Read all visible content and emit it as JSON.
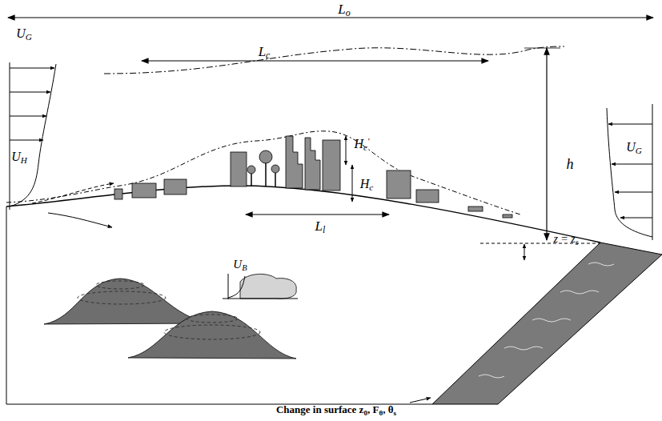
{
  "diagram": {
    "labels": [
      "Lo",
      "Lc",
      "Hc'",
      "Hc",
      "h",
      "UG",
      "UH",
      "Ll",
      "UB",
      "UG",
      "z = zs",
      "Change in surface z0, Fθ, θs"
    ]
  }
}
